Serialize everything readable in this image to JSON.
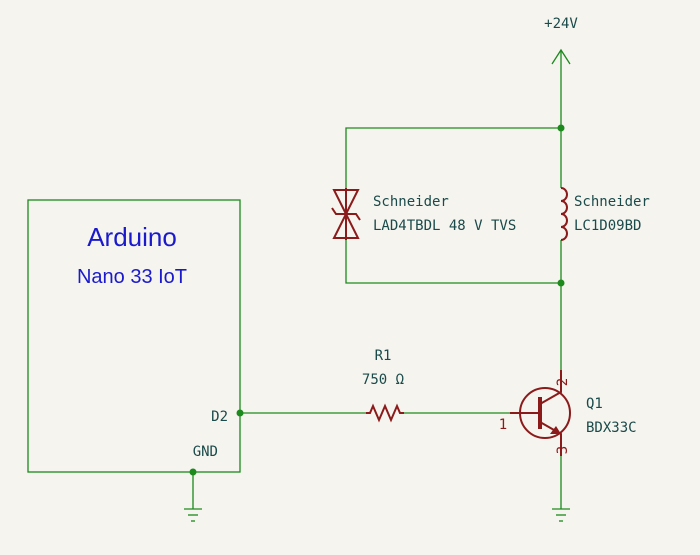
{
  "power": {
    "label": "+24V"
  },
  "tvs": {
    "line1": "Schneider",
    "line2": "LAD4TBDL 48 V TVS"
  },
  "coil": {
    "line1": "Schneider",
    "line2": "LC1D09BD"
  },
  "arduino": {
    "title": "Arduino",
    "subtitle": "Nano 33 IoT",
    "pin_d2": "D2",
    "pin_gnd": "GND"
  },
  "resistor": {
    "ref": "R1",
    "value": "750 Ω"
  },
  "transistor": {
    "ref": "Q1",
    "value": "BDX33C",
    "pin1": "1",
    "pin2": "2",
    "pin3": "3"
  },
  "colors": {
    "wire": "#1d8a1d",
    "component": "#8b1a1a",
    "arduino_text": "#1a1acc",
    "text": "#1a4a4a",
    "background": "#f5f4ef"
  }
}
